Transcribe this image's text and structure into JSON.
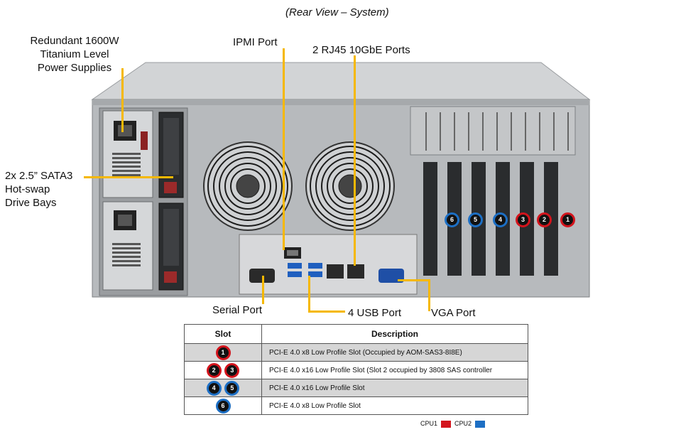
{
  "title": "(Rear View – System)",
  "callouts": {
    "power_supplies": "Redundant 1600W\nTitanium Level\nPower Supplies",
    "ipmi": "IPMI Port",
    "rj45": "2 RJ45 10GbE Ports",
    "drive_bays": "2x 2.5” SATA3\nHot-swap\nDrive Bays",
    "serial": "Serial Port",
    "usb": "4 USB Port",
    "vga": "VGA Port"
  },
  "pcie_badges": [
    "6",
    "5",
    "4",
    "3",
    "2",
    "1"
  ],
  "table": {
    "headers": [
      "Slot",
      "Description"
    ],
    "rows": [
      {
        "slots": [
          "1"
        ],
        "cpu": [
          "1"
        ],
        "desc": "PCI-E  4.0 x8 Low Profile Slot (Occupied by AOM-SAS3-8I8E)"
      },
      {
        "slots": [
          "2",
          "3"
        ],
        "cpu": [
          "1",
          "1"
        ],
        "desc": "PCI-E  4.0 x16 Low Profile Slot (Slot 2 occupied by 3808 SAS controller"
      },
      {
        "slots": [
          "4",
          "5"
        ],
        "cpu": [
          "2",
          "2"
        ],
        "desc": "PCI-E  4.0 x16 Low Profile Slot"
      },
      {
        "slots": [
          "6"
        ],
        "cpu": [
          "2"
        ],
        "desc": "PCI-E  4.0 x8 Low Profile Slot"
      }
    ]
  },
  "legend": {
    "cpu1": "CPU1",
    "cpu2": "CPU2",
    "cpu1_color": "#d3141c",
    "cpu2_color": "#1d6fc4"
  },
  "colors": {
    "leader": "#f5b800",
    "chassis": "#b9bcbf",
    "panel": "#8f9396"
  }
}
